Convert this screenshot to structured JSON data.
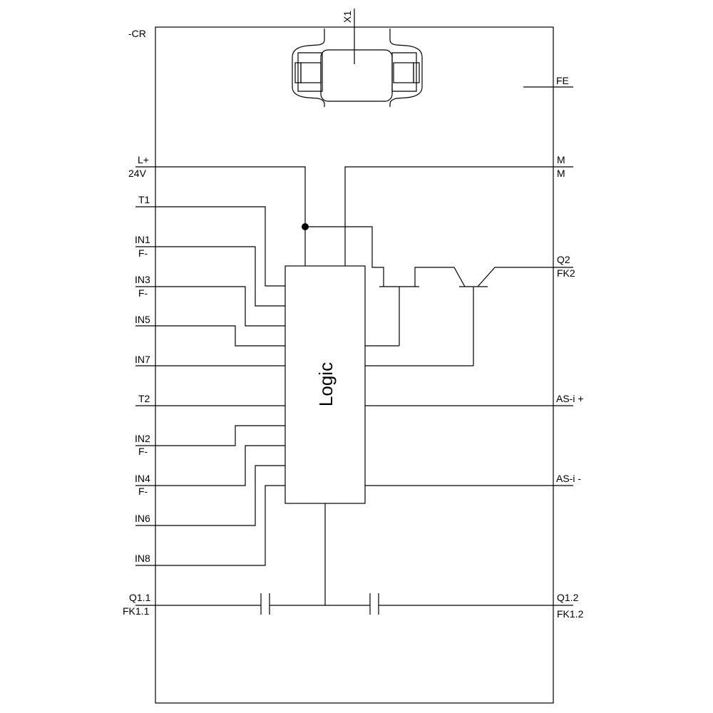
{
  "device_label": "-CR",
  "connector_label": "X1",
  "logic_label": "Logic",
  "left_terminals": {
    "lplus": {
      "top": "L+",
      "bottom": "24V"
    },
    "t1": {
      "top": "T1"
    },
    "in1": {
      "top": "IN1",
      "bottom": "F-"
    },
    "in3": {
      "top": "IN3",
      "bottom": "F-"
    },
    "in5": {
      "top": "IN5"
    },
    "in7": {
      "top": "IN7"
    },
    "t2": {
      "top": "T2"
    },
    "in2": {
      "top": "IN2",
      "bottom": "F-"
    },
    "in4": {
      "top": "IN4",
      "bottom": "F-"
    },
    "in6": {
      "top": "IN6"
    },
    "in8": {
      "top": "IN8"
    },
    "q11": {
      "top": "Q1.1",
      "bottom": "FK1.1"
    }
  },
  "right_terminals": {
    "fe": {
      "top": "FE"
    },
    "m": {
      "top": "M",
      "bottom": "M"
    },
    "q2": {
      "top": "Q2",
      "bottom": "FK2"
    },
    "asip": {
      "top": "AS-i +"
    },
    "asim": {
      "top": "AS-i -"
    },
    "q12": {
      "top": "Q1.2",
      "bottom": "FK1.2"
    }
  }
}
